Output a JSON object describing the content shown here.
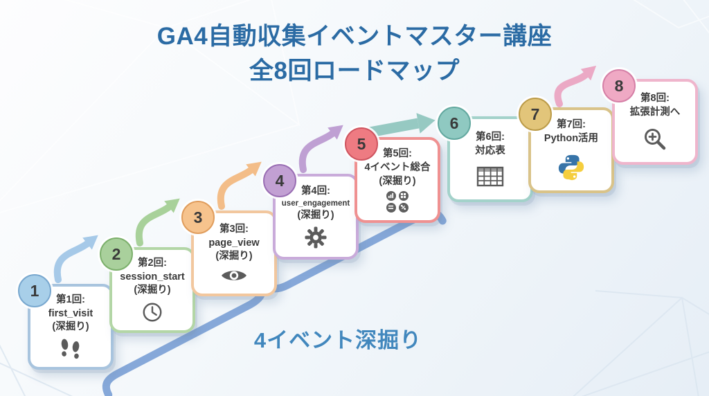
{
  "title": {
    "line1": "GA4自動収集イベントマスター講座",
    "line2": "全8回ロードマップ",
    "color": "#2b6ba4"
  },
  "steps": [
    {
      "number": "1",
      "session": "第1回:",
      "event": "first_visit",
      "note": "(深掘り)",
      "icon": "footprints-icon",
      "colors": {
        "border": "#a8c4de",
        "badge": "#a8cfe9",
        "ring": "#79a8cf"
      }
    },
    {
      "number": "2",
      "session": "第2回:",
      "event": "session_start",
      "note": "(深掘り)",
      "icon": "clock-icon",
      "colors": {
        "border": "#b3d6a6",
        "badge": "#a9d09c",
        "ring": "#7cb06c"
      }
    },
    {
      "number": "3",
      "session": "第3回:",
      "event": "page_view",
      "note": "(深掘り)",
      "icon": "eye-icon",
      "colors": {
        "border": "#f2c79e",
        "badge": "#f6c38d",
        "ring": "#e09d5d"
      }
    },
    {
      "number": "4",
      "session": "第4回:",
      "event": "user_engagement",
      "note": "(深掘り)",
      "icon": "gear-icon",
      "colors": {
        "border": "#c9abda",
        "badge": "#c2a0d3",
        "ring": "#9a6fb4"
      }
    },
    {
      "number": "5",
      "session": "第5回:",
      "event": "4イベント総合",
      "note": "(深掘り)",
      "icon": "four-event-mini-icons",
      "colors": {
        "border": "#ef9191",
        "badge": "#ee7b82",
        "ring": "#cf5560"
      }
    },
    {
      "number": "6",
      "session": "第6回:",
      "event": "対応表",
      "note": "",
      "icon": "table-icon",
      "colors": {
        "border": "#a3d2ca",
        "badge": "#8fc9c1",
        "ring": "#62a89f"
      }
    },
    {
      "number": "7",
      "session": "第7回:",
      "event": "Python活用",
      "note": "",
      "icon": "python-icon",
      "colors": {
        "border": "#d9c389",
        "badge": "#e2c57a",
        "ring": "#bb9b48"
      }
    },
    {
      "number": "8",
      "session": "第8回:",
      "event": "拡張計測へ",
      "note": "",
      "icon": "magnifier-plus-icon",
      "colors": {
        "border": "#efb5cc",
        "badge": "#efa9c4",
        "ring": "#d57fa6"
      }
    }
  ],
  "arrows": [
    {
      "from": "1",
      "to": "2",
      "color": "#a6c9e8"
    },
    {
      "from": "2",
      "to": "3",
      "color": "#a8d19a"
    },
    {
      "from": "3",
      "to": "4",
      "color": "#f3bd88"
    },
    {
      "from": "4",
      "to": "5",
      "color": "#bfa0d3"
    },
    {
      "from": "5",
      "to": "6",
      "color": "#96c9c2"
    },
    {
      "from": "7",
      "to": "8",
      "color": "#eba9c5"
    }
  ],
  "brace": {
    "label": "4イベント深掘り",
    "color": "#86a8d9",
    "label_color": "#4187bd"
  },
  "icon_colors": {
    "glyph_gray": "#5b5b5b",
    "python_blue": "#3774a8",
    "python_yellow": "#f5ce3e"
  }
}
